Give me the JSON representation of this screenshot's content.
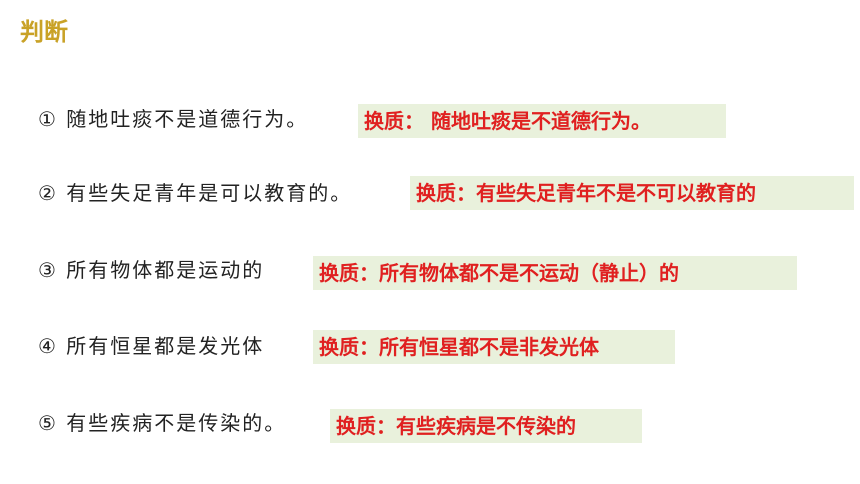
{
  "title": "判断",
  "items": [
    {
      "statement": "① 随地吐痰不是道德行为。",
      "answer": "换质： 随地吐痰是不道德行为。"
    },
    {
      "statement": "② 有些失足青年是可以教育的。",
      "answer": "换质：有些失足青年不是不可以教育的"
    },
    {
      "statement": "③ 所有物体都是运动的",
      "answer": "换质：所有物体都不是不运动（静止）的"
    },
    {
      "statement": "④ 所有恒星都是发光体",
      "answer": "换质：所有恒星都不是非发光体"
    },
    {
      "statement": "⑤ 有些疾病不是传染的。",
      "answer": "换质：有些疾病是不传染的"
    }
  ],
  "colors": {
    "title": "#c9a227",
    "answer_text": "#e02020",
    "answer_background": "#e9f1dc",
    "statement_text": "#222222"
  }
}
